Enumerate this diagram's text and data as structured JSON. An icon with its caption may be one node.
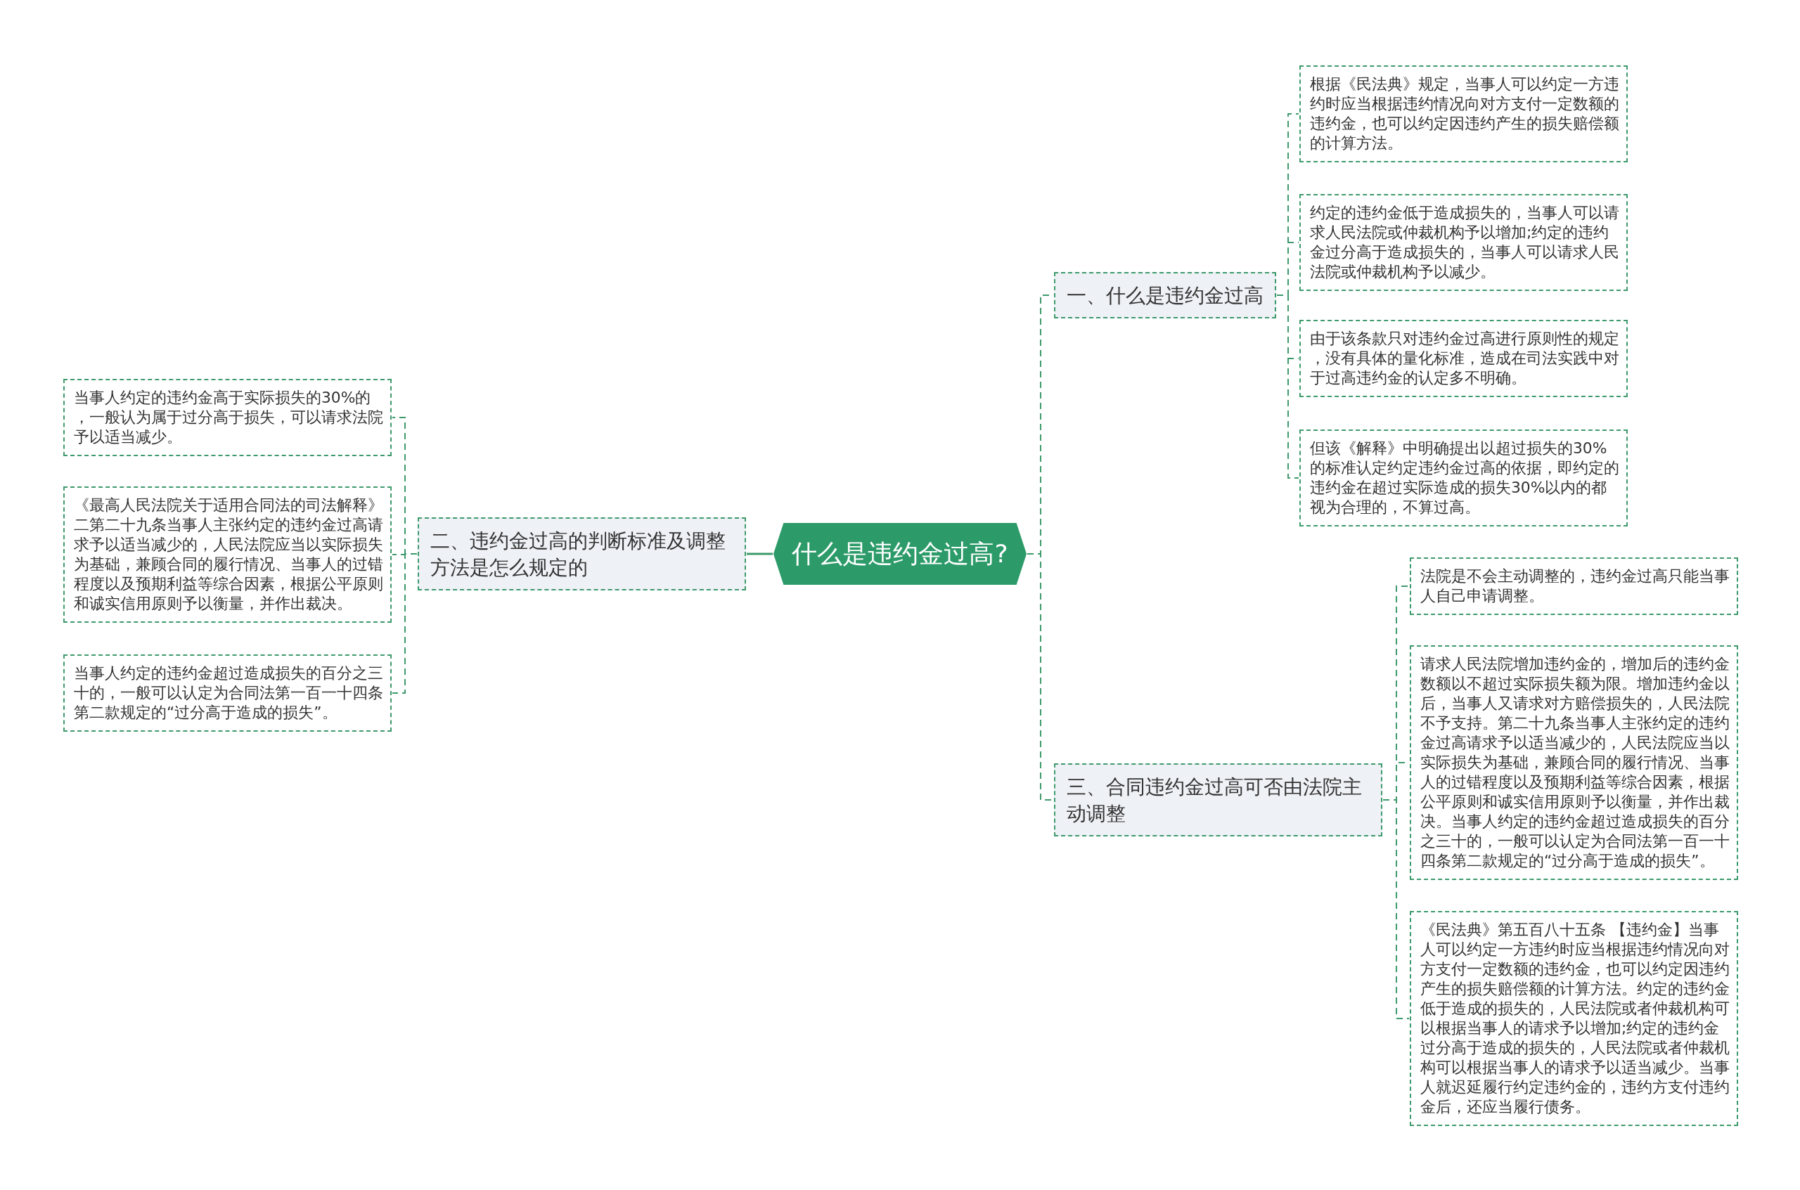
{
  "diagram": {
    "nodes": [
      {
        "text": [
          "什么是违约金过高?"
        ]
      },
      {
        "text": [
          "一、什么是违约金过高"
        ]
      },
      {
        "text": [
          "根据《民法典》规定，当事人可以约定一方违约时应当根据违约情况向对方支付一定数额的违约金，也可以约定因违约产生的损失赔偿额的计算方法。"
        ]
      },
      {
        "text": [
          "约定的违约金低于造成损失的，当事人可以请求人民法院或仲裁机构予以增加;约定的违约金过分高于造成损失的，当事人可以请求人民法院或仲裁机构予以减少。"
        ]
      },
      {
        "text": [
          "由于该条款只对违约金过高进行原则性的规定，没有具体的量化标准，造成在司法实践中对于过高违约金的认定多不明确。"
        ]
      },
      {
        "text": [
          "但该《解释》中明确提出以超过损失的30%的标准认定约定违约金过高的依据，即约定的违约金在超过实际造成的损失30%以内的都视为合理的，不算过高。"
        ]
      },
      {
        "text": [
          "二、违约金过高的判断标准及调整方法是怎么规定的"
        ]
      },
      {
        "text": [
          "当事人约定的违约金高于实际损失的30%的，一般认为属于过分高于损失，可以请求法院予以适当减少。"
        ]
      },
      {
        "text": [
          "《最高人民法院关于适用合同法的司法解释》二第二十九条当事人主张约定的违约金过高请求予以适当减少的，人民法院应当以实际损失为基础，兼顾合同的履行情况、当事人的过错程度以及预期利益等综合因素，根据公平原则和诚实信用原则予以衡量，并作出裁决。"
        ]
      },
      {
        "text": [
          "当事人约定的违约金超过造成损失的百分之三十的，一般可以认定为合同法第一百一十四条第二款规定的“过分高于造成的损失”。"
        ]
      },
      {
        "text": [
          "三、合同违约金过高可否由法院主动调整"
        ]
      },
      {
        "text": [
          "法院是不会主动调整的，违约金过高只能当事人自己申请调整。"
        ]
      },
      {
        "text": [
          "请求人民法院增加违约金的，增加后的违约金数额以不超过实际损失额为限。增加违约金以后，当事人又请求对方赔偿损失的，人民法院不予支持。第二十九条当事人主张约定的违约金过高请求予以适当减少的，人民法院应当以实际损失为基础，兼顾合同的履行情况、当事人的过错程度以及预期利益等综合因素，根据公平原则和诚实信用原则予以衡量，并作出裁决。当事人约定的违约金超过造成损失的百分之三十的，一般可以认定为合同法第一百一十四条第二款规定的“过分高于造成的损失”。"
        ]
      },
      {
        "text": [
          "《民法典》第五百八十五条 【违约金】当事人可以约定一方违约时应当根据违约情况向对方支付一定数额的违约金，也可以约定因违约产生的损失赔偿额的计算方法。约定的违约金低于造成的损失的，人民法院或者仲裁机构可以根据当事人的请求予以增加;约定的违约金过分高于造成的损失的，人民法院或者仲裁机构可以根据当事人的请求予以适当减少。当事人就迟延履行约定违约金的，违约方支付违约金后，还应当履行债务。"
        ]
      }
    ],
    "edges": [
      {
        "from": 0,
        "to": 1,
        "arrow": "none",
        "style": "dashed"
      },
      {
        "from": 1,
        "to": 2,
        "arrow": "none",
        "style": "dashed"
      },
      {
        "from": 1,
        "to": 3,
        "arrow": "none",
        "style": "dashed"
      },
      {
        "from": 1,
        "to": 4,
        "arrow": "none",
        "style": "dashed"
      },
      {
        "from": 1,
        "to": 5,
        "arrow": "none",
        "style": "dashed"
      },
      {
        "from": 0,
        "to": 6,
        "arrow": "none"
      },
      {
        "from": 6,
        "to": 7,
        "arrow": "none",
        "style": "dashed"
      },
      {
        "from": 6,
        "to": 8,
        "arrow": "none",
        "style": "dashed"
      },
      {
        "from": 6,
        "to": 9,
        "arrow": "none",
        "style": "dashed"
      },
      {
        "from": 0,
        "to": 10,
        "arrow": "none",
        "style": "dashed"
      },
      {
        "from": 10,
        "to": 11,
        "arrow": "none",
        "style": "dashed"
      },
      {
        "from": 10,
        "to": 12,
        "arrow": "none",
        "style": "dashed"
      },
      {
        "from": 10,
        "to": 13,
        "arrow": "none",
        "style": "dashed"
      }
    ]
  }
}
